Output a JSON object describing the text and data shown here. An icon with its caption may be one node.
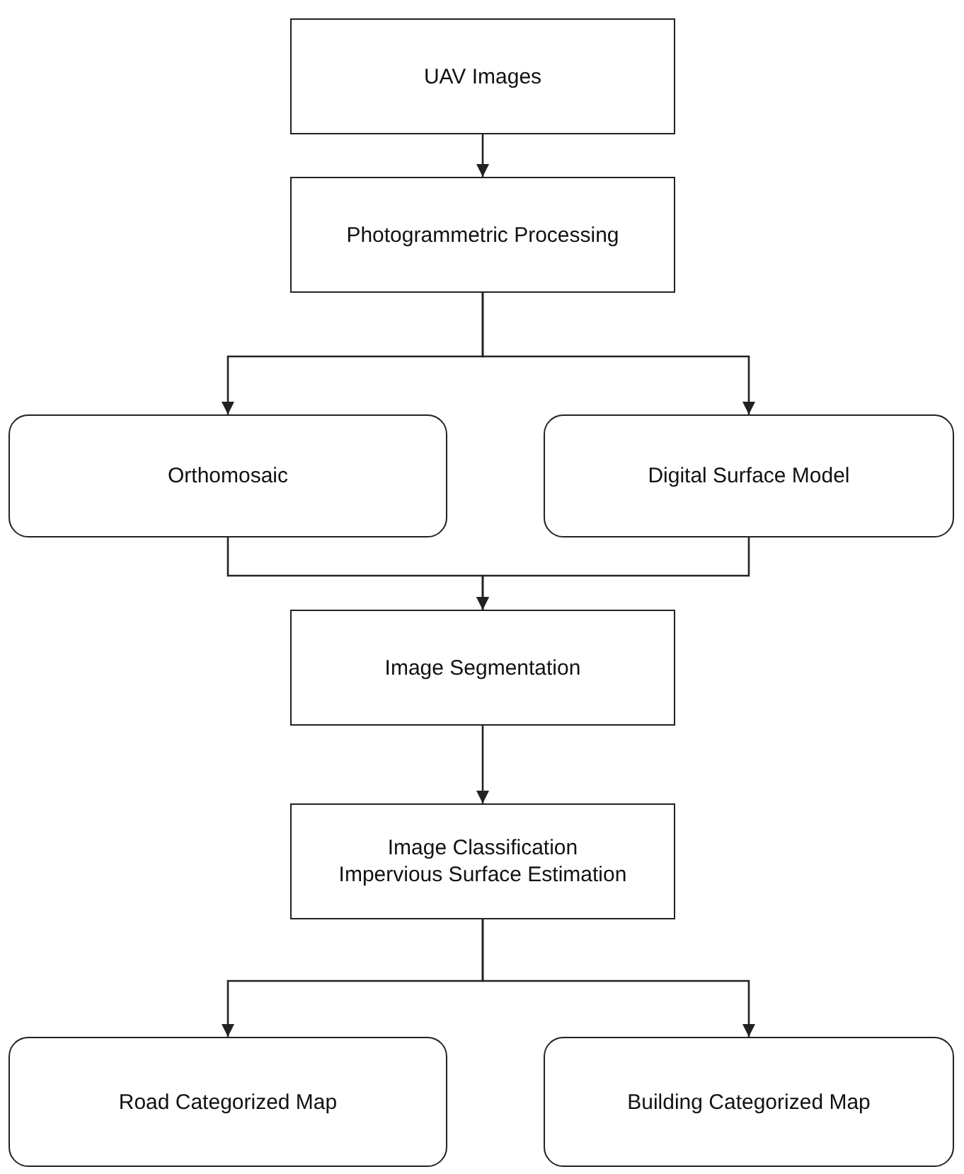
{
  "diagram": {
    "nodes": [
      {
        "text": [
          "UAV Images"
        ]
      },
      {
        "text": [
          "Photogrammetric Processing"
        ]
      },
      {
        "text": [
          "Orthomosaic"
        ]
      },
      {
        "text": [
          "Digital Surface Model"
        ]
      },
      {
        "text": [
          "Image Segmentation"
        ]
      },
      {
        "text": [
          "Image Classification",
          "Impervious Surface Estimation"
        ]
      },
      {
        "text": [
          "Road Categorized Map"
        ]
      },
      {
        "text": [
          "Building Categorized Map"
        ]
      }
    ],
    "edges": [
      {
        "from": 0,
        "to": 1,
        "arrow": "to"
      },
      {
        "from": 1,
        "to": 2,
        "arrow": "to"
      },
      {
        "from": 1,
        "to": 3,
        "arrow": "to"
      },
      {
        "from": 2,
        "to": 4,
        "arrow": "to"
      },
      {
        "from": 3,
        "to": 4,
        "arrow": "to"
      },
      {
        "from": 4,
        "to": 5,
        "arrow": "to"
      },
      {
        "from": 5,
        "to": 6,
        "arrow": "to"
      },
      {
        "from": 5,
        "to": 7,
        "arrow": "to"
      }
    ]
  }
}
